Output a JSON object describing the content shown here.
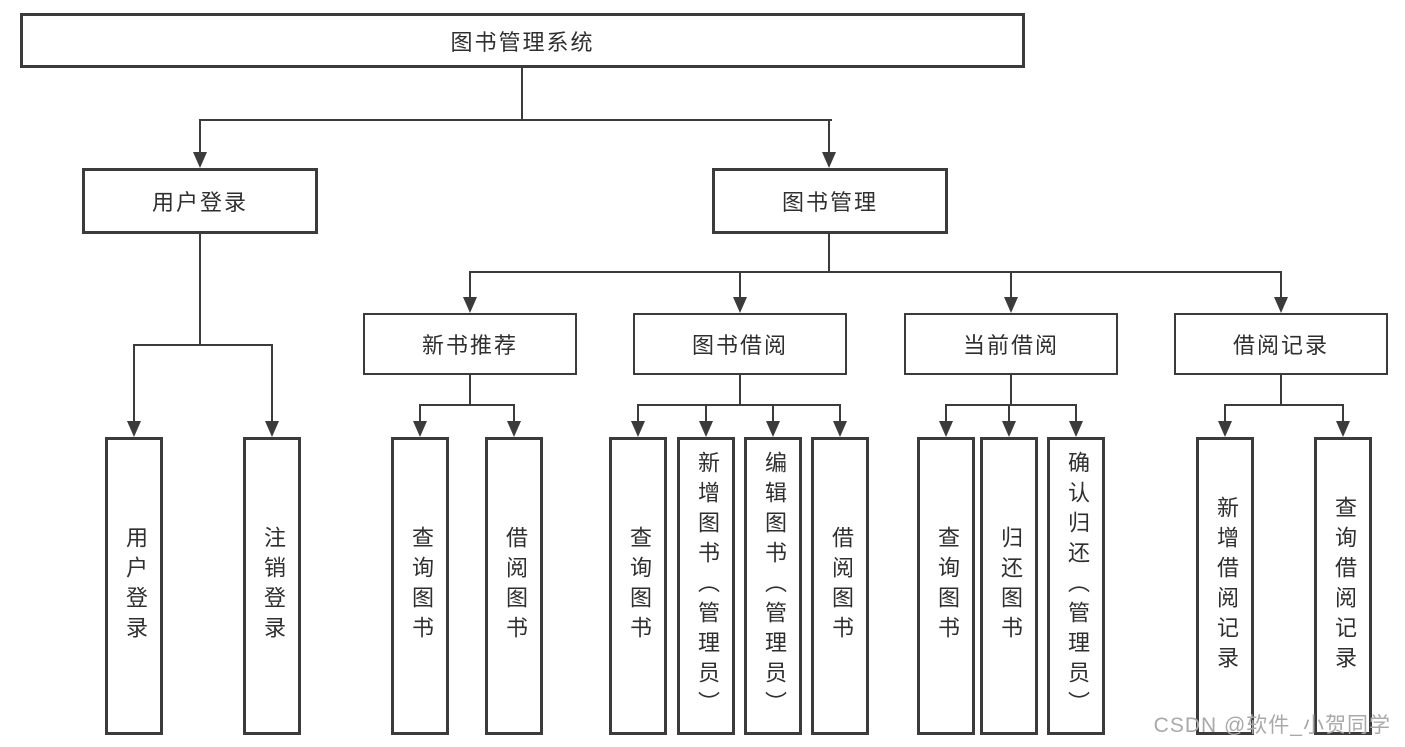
{
  "diagram": {
    "root": {
      "label": "图书管理系统"
    },
    "level2": [
      {
        "label": "用户登录"
      },
      {
        "label": "图书管理"
      }
    ],
    "level3": [
      {
        "label": "新书推荐"
      },
      {
        "label": "图书借阅"
      },
      {
        "label": "当前借阅"
      },
      {
        "label": "借阅记录"
      }
    ],
    "leaves": [
      {
        "label": "用户登录"
      },
      {
        "label": "注销登录"
      },
      {
        "label": "查询图书"
      },
      {
        "label": "借阅图书"
      },
      {
        "label": "查询图书"
      },
      {
        "label": "新增图书（管理员）"
      },
      {
        "label": "编辑图书（管理员）"
      },
      {
        "label": "借阅图书"
      },
      {
        "label": "查询图书"
      },
      {
        "label": "归还图书"
      },
      {
        "label": "确认归还（管理员）"
      },
      {
        "label": "新增借阅记录"
      },
      {
        "label": "查询借阅记录"
      }
    ]
  },
  "watermark": {
    "text": "CSDN @软件_小贺同学"
  },
  "colors": {
    "line": "#3b3b3b",
    "text": "#2f2f2f",
    "watermark": "#a9a9a9",
    "background": "#ffffff"
  }
}
